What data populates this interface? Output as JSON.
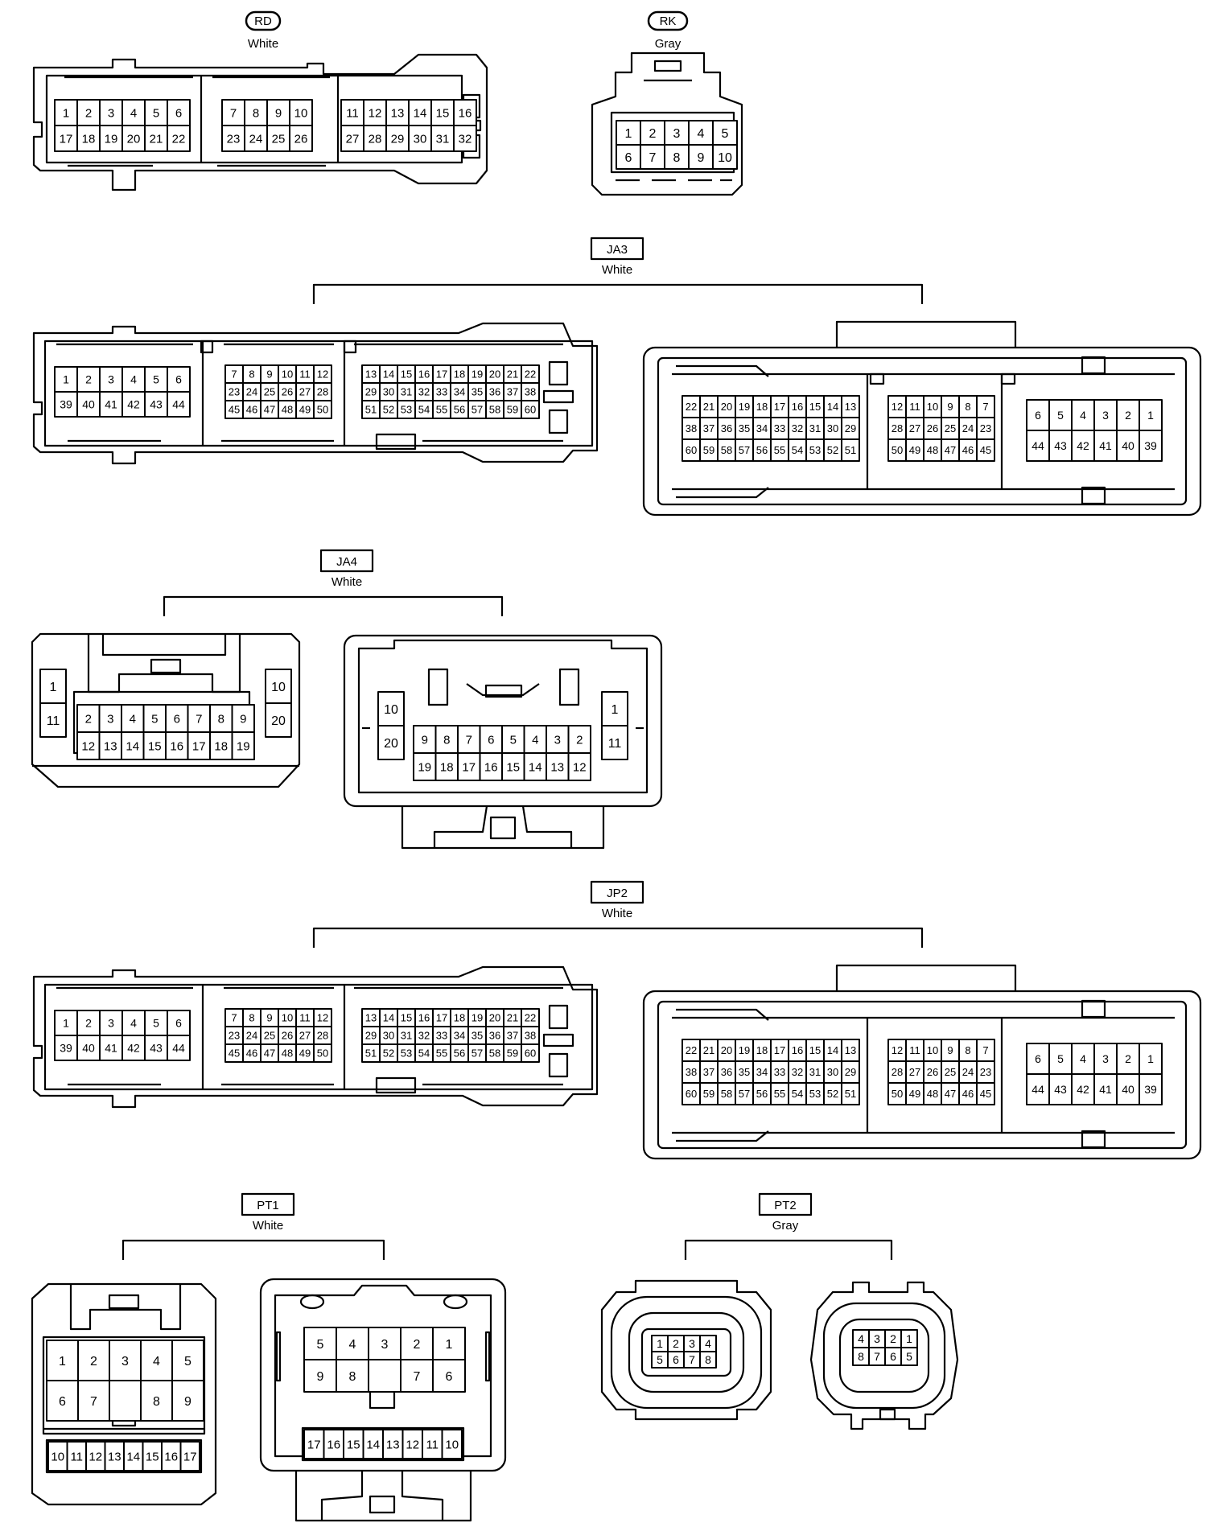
{
  "connectors": {
    "rd": {
      "code": "RD",
      "color": "White",
      "rows_a": [
        [
          "1",
          "2",
          "3",
          "4",
          "5",
          "6"
        ],
        [
          "7",
          "8",
          "9",
          "10"
        ],
        [
          "11",
          "12",
          "13",
          "14",
          "15",
          "16"
        ]
      ],
      "rows_b": [
        [
          "17",
          "18",
          "19",
          "20",
          "21",
          "22"
        ],
        [
          "23",
          "24",
          "25",
          "26"
        ],
        [
          "27",
          "28",
          "29",
          "30",
          "31",
          "32"
        ]
      ]
    },
    "rk": {
      "code": "RK",
      "color": "Gray",
      "row_a": [
        "1",
        "2",
        "3",
        "4",
        "5"
      ],
      "row_b": [
        "6",
        "7",
        "8",
        "9",
        "10"
      ]
    },
    "ja3": {
      "code": "JA3",
      "color": "White",
      "left_block1": [
        [
          "1",
          "2",
          "3",
          "4",
          "5",
          "6"
        ],
        [
          "39",
          "40",
          "41",
          "42",
          "43",
          "44"
        ]
      ],
      "left_block2": [
        [
          "7",
          "8",
          "9",
          "10",
          "11",
          "12"
        ],
        [
          "23",
          "24",
          "25",
          "26",
          "27",
          "28"
        ],
        [
          "45",
          "46",
          "47",
          "48",
          "49",
          "50"
        ]
      ],
      "left_block3": [
        [
          "13",
          "14",
          "15",
          "16",
          "17",
          "18",
          "19",
          "20",
          "21",
          "22"
        ],
        [
          "29",
          "30",
          "31",
          "32",
          "33",
          "34",
          "35",
          "36",
          "37",
          "38"
        ],
        [
          "51",
          "52",
          "53",
          "54",
          "55",
          "56",
          "57",
          "58",
          "59",
          "60"
        ]
      ],
      "right_block1": [
        [
          "22",
          "21",
          "20",
          "19",
          "18",
          "17",
          "16",
          "15",
          "14",
          "13"
        ],
        [
          "38",
          "37",
          "36",
          "35",
          "34",
          "33",
          "32",
          "31",
          "30",
          "29"
        ],
        [
          "60",
          "59",
          "58",
          "57",
          "56",
          "55",
          "54",
          "53",
          "52",
          "51"
        ]
      ],
      "right_block2": [
        [
          "12",
          "11",
          "10",
          "9",
          "8",
          "7"
        ],
        [
          "28",
          "27",
          "26",
          "25",
          "24",
          "23"
        ],
        [
          "50",
          "49",
          "48",
          "47",
          "46",
          "45"
        ]
      ],
      "right_block3": [
        [
          "6",
          "5",
          "4",
          "3",
          "2",
          "1"
        ],
        [
          "44",
          "43",
          "42",
          "41",
          "40",
          "39"
        ]
      ]
    },
    "ja4": {
      "code": "JA4",
      "color": "White",
      "left_side_left": [
        "1",
        "11"
      ],
      "left_side_right": [
        "10",
        "20"
      ],
      "left_row_a": [
        "2",
        "3",
        "4",
        "5",
        "6",
        "7",
        "8",
        "9"
      ],
      "left_row_b": [
        "12",
        "13",
        "14",
        "15",
        "16",
        "17",
        "18",
        "19"
      ],
      "right_side_left": [
        "10",
        "20"
      ],
      "right_side_right": [
        "1",
        "11"
      ],
      "right_row_a": [
        "9",
        "8",
        "7",
        "6",
        "5",
        "4",
        "3",
        "2"
      ],
      "right_row_b": [
        "19",
        "18",
        "17",
        "16",
        "15",
        "14",
        "13",
        "12"
      ]
    },
    "jp2": {
      "code": "JP2",
      "color": "White",
      "left_block1": [
        [
          "1",
          "2",
          "3",
          "4",
          "5",
          "6"
        ],
        [
          "39",
          "40",
          "41",
          "42",
          "43",
          "44"
        ]
      ],
      "left_block2": [
        [
          "7",
          "8",
          "9",
          "10",
          "11",
          "12"
        ],
        [
          "23",
          "24",
          "25",
          "26",
          "27",
          "28"
        ],
        [
          "45",
          "46",
          "47",
          "48",
          "49",
          "50"
        ]
      ],
      "left_block3": [
        [
          "13",
          "14",
          "15",
          "16",
          "17",
          "18",
          "19",
          "20",
          "21",
          "22"
        ],
        [
          "29",
          "30",
          "31",
          "32",
          "33",
          "34",
          "35",
          "36",
          "37",
          "38"
        ],
        [
          "51",
          "52",
          "53",
          "54",
          "55",
          "56",
          "57",
          "58",
          "59",
          "60"
        ]
      ],
      "right_block1": [
        [
          "22",
          "21",
          "20",
          "19",
          "18",
          "17",
          "16",
          "15",
          "14",
          "13"
        ],
        [
          "38",
          "37",
          "36",
          "35",
          "34",
          "33",
          "32",
          "31",
          "30",
          "29"
        ],
        [
          "60",
          "59",
          "58",
          "57",
          "56",
          "55",
          "54",
          "53",
          "52",
          "51"
        ]
      ],
      "right_block2": [
        [
          "12",
          "11",
          "10",
          "9",
          "8",
          "7"
        ],
        [
          "28",
          "27",
          "26",
          "25",
          "24",
          "23"
        ],
        [
          "50",
          "49",
          "48",
          "47",
          "46",
          "45"
        ]
      ],
      "right_block3": [
        [
          "6",
          "5",
          "4",
          "3",
          "2",
          "1"
        ],
        [
          "44",
          "43",
          "42",
          "41",
          "40",
          "39"
        ]
      ]
    },
    "pt1": {
      "code": "PT1",
      "color": "White",
      "left_row_a": [
        "1",
        "2",
        "3",
        "4",
        "5"
      ],
      "left_row_b": [
        "6",
        "7",
        "",
        "8",
        "9"
      ],
      "left_row_c": [
        "10",
        "11",
        "12",
        "13",
        "14",
        "15",
        "16",
        "17"
      ],
      "right_row_a": [
        "5",
        "4",
        "3",
        "2",
        "1"
      ],
      "right_row_b": [
        "9",
        "8",
        "",
        "7",
        "6"
      ],
      "right_row_c": [
        "17",
        "16",
        "15",
        "14",
        "13",
        "12",
        "11",
        "10"
      ]
    },
    "pt2": {
      "code": "PT2",
      "color": "Gray",
      "left_row_a": [
        "1",
        "2",
        "3",
        "4"
      ],
      "left_row_b": [
        "5",
        "6",
        "7",
        "8"
      ],
      "right_row_a": [
        "4",
        "3",
        "2",
        "1"
      ],
      "right_row_b": [
        "8",
        "7",
        "6",
        "5"
      ]
    }
  }
}
